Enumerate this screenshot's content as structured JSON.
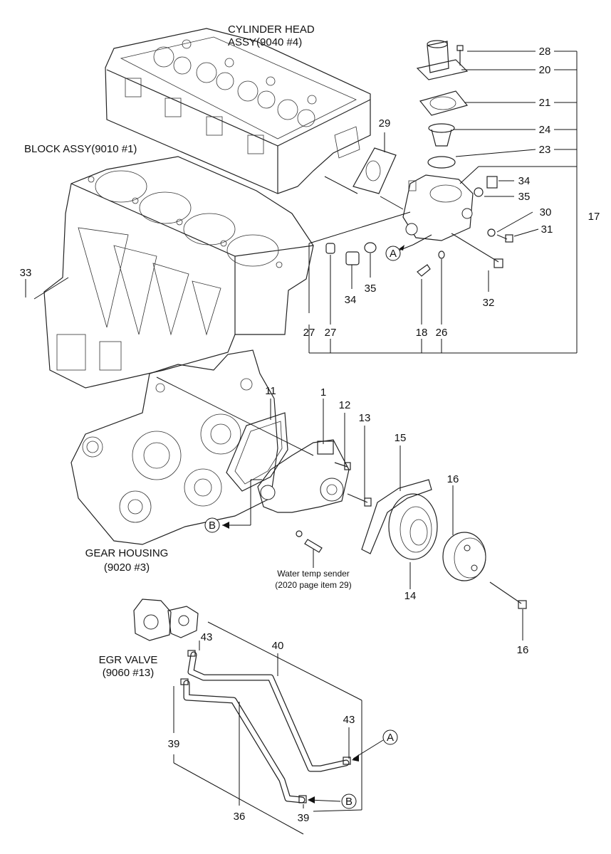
{
  "assemblies": {
    "cylinder_head": [
      "CYLINDER HEAD",
      "ASSY(9040 #4)"
    ],
    "block": "BLOCK ASSY(9010 #1)",
    "gear_housing": [
      "GEAR HOUSING",
      "(9020 #3)"
    ],
    "egr_valve": [
      "EGR VALVE",
      "(9060 #13)"
    ],
    "water_temp_sender": [
      "Water temp sender",
      "(2020 page item 29)"
    ]
  },
  "callouts": {
    "c28": "28",
    "c20": "20",
    "c21": "21",
    "c24": "24",
    "c23": "23",
    "c17": "17",
    "c34a": "34",
    "c35a": "35",
    "c30": "30",
    "c31": "31",
    "c29": "29",
    "c34b": "34",
    "c35b": "35",
    "c32": "32",
    "c33": "33",
    "c27a": "27",
    "c27b": "27",
    "c18": "18",
    "c26": "26",
    "c11": "11",
    "c1": "1",
    "c12": "12",
    "c13": "13",
    "c15": "15",
    "c16a": "16",
    "c14": "14",
    "c16b": "16",
    "c43a": "43",
    "c40": "40",
    "c43b": "43",
    "c39a": "39",
    "c36": "36",
    "c39b": "39"
  },
  "refs": {
    "a1": "A",
    "b1": "B",
    "a2": "A",
    "b2": "B"
  }
}
